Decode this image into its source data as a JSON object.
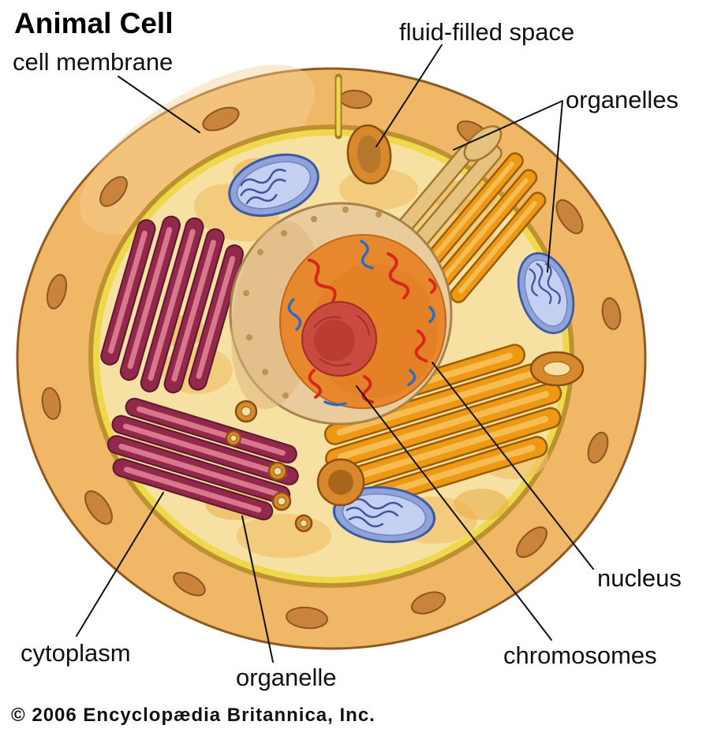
{
  "title": "Animal Cell",
  "labels": {
    "cell_membrane": "cell membrane",
    "fluid_filled_space": "fluid-filled space",
    "organelles": "organelles",
    "nucleus": "nucleus",
    "chromosomes": "chromosomes",
    "cytoplasm": "cytoplasm",
    "organelle": "organelle"
  },
  "copyright": "© 2006 Encyclopædia Britannica, Inc.",
  "colors": {
    "membrane-tan": "#f0b766",
    "membrane-edge": "#8f5a22",
    "pit": "#c9833b",
    "cut-rim-yellow": "#eed84c",
    "cytoplasm": "#f6e0a2",
    "nucleus-envelope": "#e9cb9c",
    "nucleoplasm": "#e8882e",
    "nucleolus": "#cb4a40",
    "chromosome-red": "#d7271a",
    "chromosome-blue": "#2e6cbd",
    "mitochondrion": "#8fa3d6",
    "er": "#93294a",
    "er-highlight": "#d9778f",
    "golgi": "#ee9914",
    "vesicle": "#d8892b",
    "leader-line": "#111111"
  }
}
